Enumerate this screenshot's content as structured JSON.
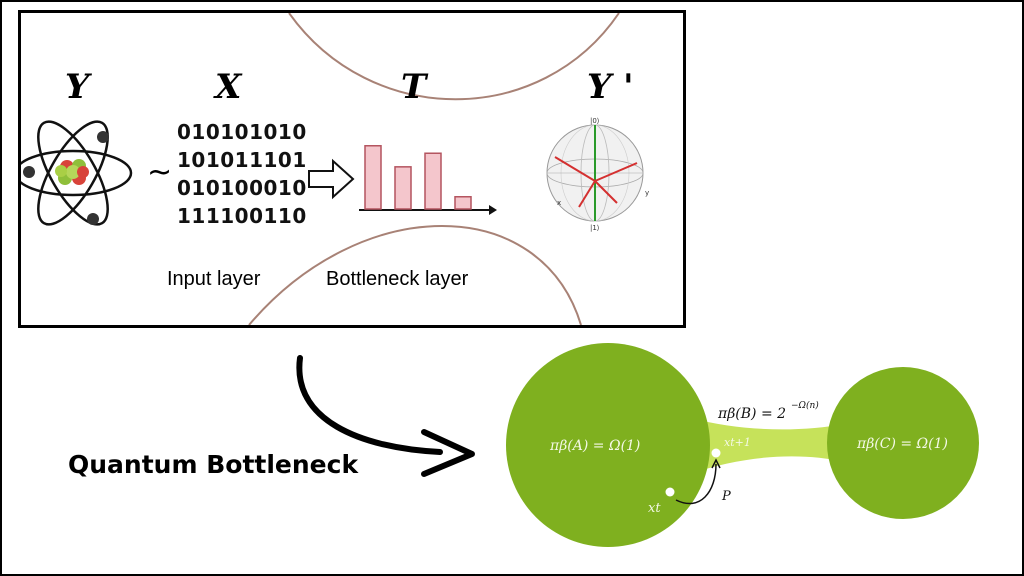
{
  "panel": {
    "vars": {
      "y": "Y",
      "x": "X",
      "t": "T",
      "y_prime": "Y '"
    },
    "tilde": "~",
    "binary_rows": [
      "010101010",
      "101011101",
      "010100010",
      "111100110"
    ],
    "input_layer_label": "Input layer",
    "bottleneck_layer_label": "Bottleneck layer",
    "bars": [
      0.93,
      0.62,
      0.82,
      0.18
    ],
    "bloch": {
      "top_label": "|0⟩",
      "bottom_label": "|1⟩",
      "x_label": "x",
      "y_label": "y"
    }
  },
  "bottom": {
    "title": "Quantum Bottleneck",
    "pi_a": "πβ(A) = Ω(1)",
    "pi_b": "πβ(B) = 2",
    "pi_b_exp": "−Ω(n)",
    "pi_c": "πβ(C) = Ω(1)",
    "x_t": "xt",
    "x_t1": "xt+1",
    "p_label": "P"
  },
  "colors": {
    "green": "#7fb01f",
    "green_neck": "#c6e25a",
    "bar_fill": "#f4c6cc",
    "bar_stroke": "#b4545f",
    "curve": "#a88276"
  }
}
